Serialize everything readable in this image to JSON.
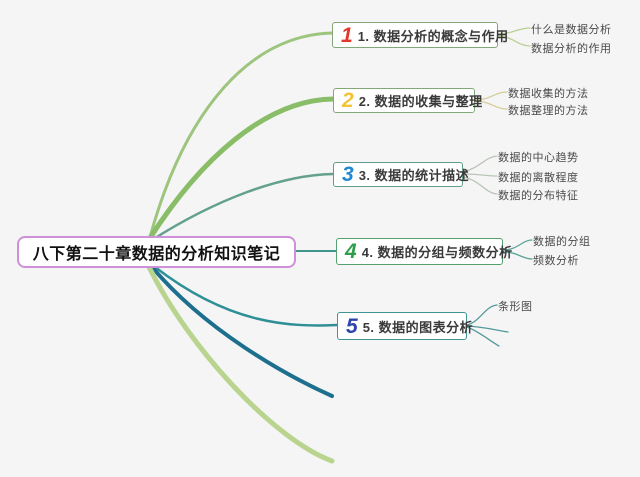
{
  "colors": {
    "background": "#f5f5f6",
    "root_border": "#cf8fd9",
    "unlabeled_curve_teal": "#1d6f8e",
    "unlabeled_curve_green": "#b9d48e"
  },
  "root": {
    "label": "八下第二十章数据的分析知识笔记"
  },
  "branches": [
    {
      "number": "1",
      "number_color": "#e2372c",
      "label": "1. 数据分析的概念与作用",
      "box_border_color": "#83a877",
      "curve_color": "#9dc57d",
      "child_line_color": "#b9cf95",
      "children": [
        "什么是数据分析",
        "数据分析的作用"
      ]
    },
    {
      "number": "2",
      "number_color": "#f2c237",
      "label": "2. 数据的收集与整理",
      "box_border_color": "#83a877",
      "curve_color": "#8abd68",
      "child_line_color": "#d6cd98",
      "children": [
        "数据收集的方法",
        "数据整理的方法"
      ]
    },
    {
      "number": "3",
      "number_color": "#2488d0",
      "label": "3. 数据的统计描述",
      "box_border_color": "#619c8d",
      "curve_color": "#63a08d",
      "child_line_color": "#b9c6b6",
      "children": [
        "数据的中心趋势",
        "数据的离散程度",
        "数据的分布特征"
      ]
    },
    {
      "number": "4",
      "number_color": "#2f9e4c",
      "label": "4. 数据的分组与频数分析",
      "box_border_color": "#55a06f",
      "curve_color": "#41968b",
      "child_line_color": "#5aa295",
      "children": [
        "数据的分组",
        "频数分析"
      ]
    },
    {
      "number": "5",
      "number_color": "#2c44ae",
      "label": "5. 数据的图表分析",
      "box_border_color": "#3f9594",
      "curve_color": "#2f8f96",
      "child_line_color": "#539a9b",
      "children": [
        "条形图"
      ]
    }
  ]
}
